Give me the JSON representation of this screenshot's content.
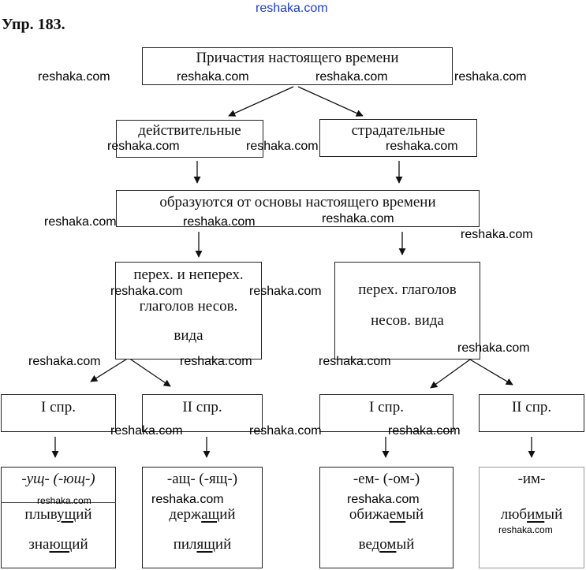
{
  "title": "Упр. 183.",
  "watermark": "reshaka.com",
  "root": "Причастия настоящего времени",
  "branches": {
    "active": "действительные",
    "passive": "страдательные"
  },
  "formed": "образуются от основы настоящего времени",
  "active_desc": [
    "перех. и неперех.",
    "глаголов несов.",
    "вида"
  ],
  "passive_desc": [
    "перех. глаголов",
    "несов. вида"
  ],
  "conj": {
    "active_1": "I спр.",
    "active_2": "II спр.",
    "passive_1": "I спр.",
    "passive_2": "II спр."
  },
  "suffix": {
    "active_1": "-ущ- (-ющ-)",
    "active_2": "-ащ- (-ящ-)",
    "passive_1": "-ем- (-ом-)",
    "passive_2": "-им-"
  },
  "examples": {
    "active_1": [
      {
        "pre": "плыв",
        "hl": "ущ",
        "post": "ий"
      },
      {
        "pre": "зна",
        "hl": "ющ",
        "post": "ий"
      }
    ],
    "active_2": [
      {
        "pre": "держ",
        "hl": "ащ",
        "post": "ий"
      },
      {
        "pre": "пил",
        "hl": "ящ",
        "post": "ий"
      }
    ],
    "passive_1": [
      {
        "pre": "обижа",
        "hl": "ем",
        "post": "ый"
      },
      {
        "pre": "вед",
        "hl": "ом",
        "post": "ый"
      }
    ],
    "passive_2": [
      {
        "pre": "люб",
        "hl": "им",
        "post": "ый"
      }
    ]
  }
}
